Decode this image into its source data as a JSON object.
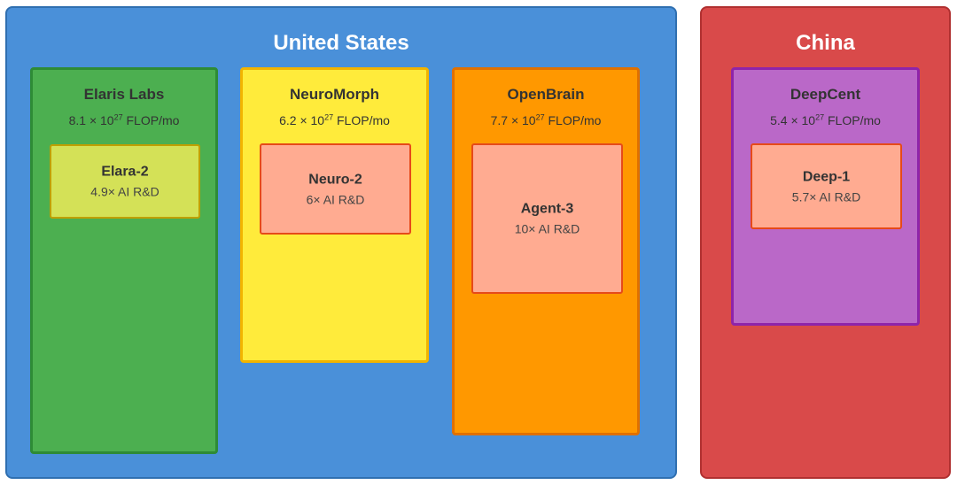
{
  "colors": {
    "us_fill": "#4a90d9",
    "us_border": "#2f6fb0",
    "china_fill": "#d94a4a",
    "china_border": "#b03030",
    "green_fill": "#4caf50",
    "green_border": "#2e8b36",
    "yellow_fill": "#ffeb3b",
    "yellow_border": "#f2b400",
    "orange_fill": "#ff9800",
    "orange_border": "#e07000",
    "purple_fill": "#ba68c8",
    "purple_border": "#8e24aa",
    "model_fill": "#ffab91",
    "model_border": "#e64a19",
    "model_lime_fill": "#d4e157",
    "model_lime_border": "#c0a000"
  },
  "regions": {
    "us": {
      "title": "United States",
      "labs": [
        {
          "name": "Elaris Labs",
          "compute_mantissa": "8.1 × 10",
          "compute_exp": "27",
          "compute_unit": " FLOP/mo",
          "model": {
            "name": "Elara-2",
            "speedup": "4.9× AI R&D"
          }
        },
        {
          "name": "NeuroMorph",
          "compute_mantissa": "6.2 × 10",
          "compute_exp": "27",
          "compute_unit": " FLOP/mo",
          "model": {
            "name": "Neuro-2",
            "speedup": "6× AI R&D"
          }
        },
        {
          "name": "OpenBrain",
          "compute_mantissa": "7.7 × 10",
          "compute_exp": "27",
          "compute_unit": " FLOP/mo",
          "model": {
            "name": "Agent-3",
            "speedup": "10× AI R&D"
          }
        }
      ]
    },
    "china": {
      "title": "China",
      "labs": [
        {
          "name": "DeepCent",
          "compute_mantissa": "5.4 × 10",
          "compute_exp": "27",
          "compute_unit": " FLOP/mo",
          "model": {
            "name": "Deep-1",
            "speedup": "5.7× AI R&D"
          }
        }
      ]
    }
  }
}
